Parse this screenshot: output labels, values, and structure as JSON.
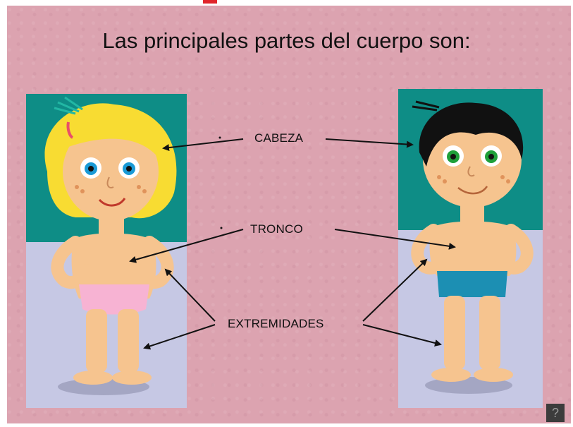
{
  "slide": {
    "title": "Las principales partes del cuerpo son:",
    "labels": {
      "head": "CABEZA",
      "trunk": "TRONCO",
      "limbs": "EXTREMIDADES"
    },
    "help_button": "?"
  },
  "colors": {
    "background": "#dca3b0",
    "wall": "#0e8d86",
    "floor": "#c6c8e4",
    "skin": "#f6c48f",
    "girl_hair": "#f8dc32",
    "boy_hair": "#111111",
    "girl_underwear": "#f7b3d3",
    "boy_underwear": "#1c8fb3"
  },
  "icons": {
    "help": "question-mark-icon"
  }
}
